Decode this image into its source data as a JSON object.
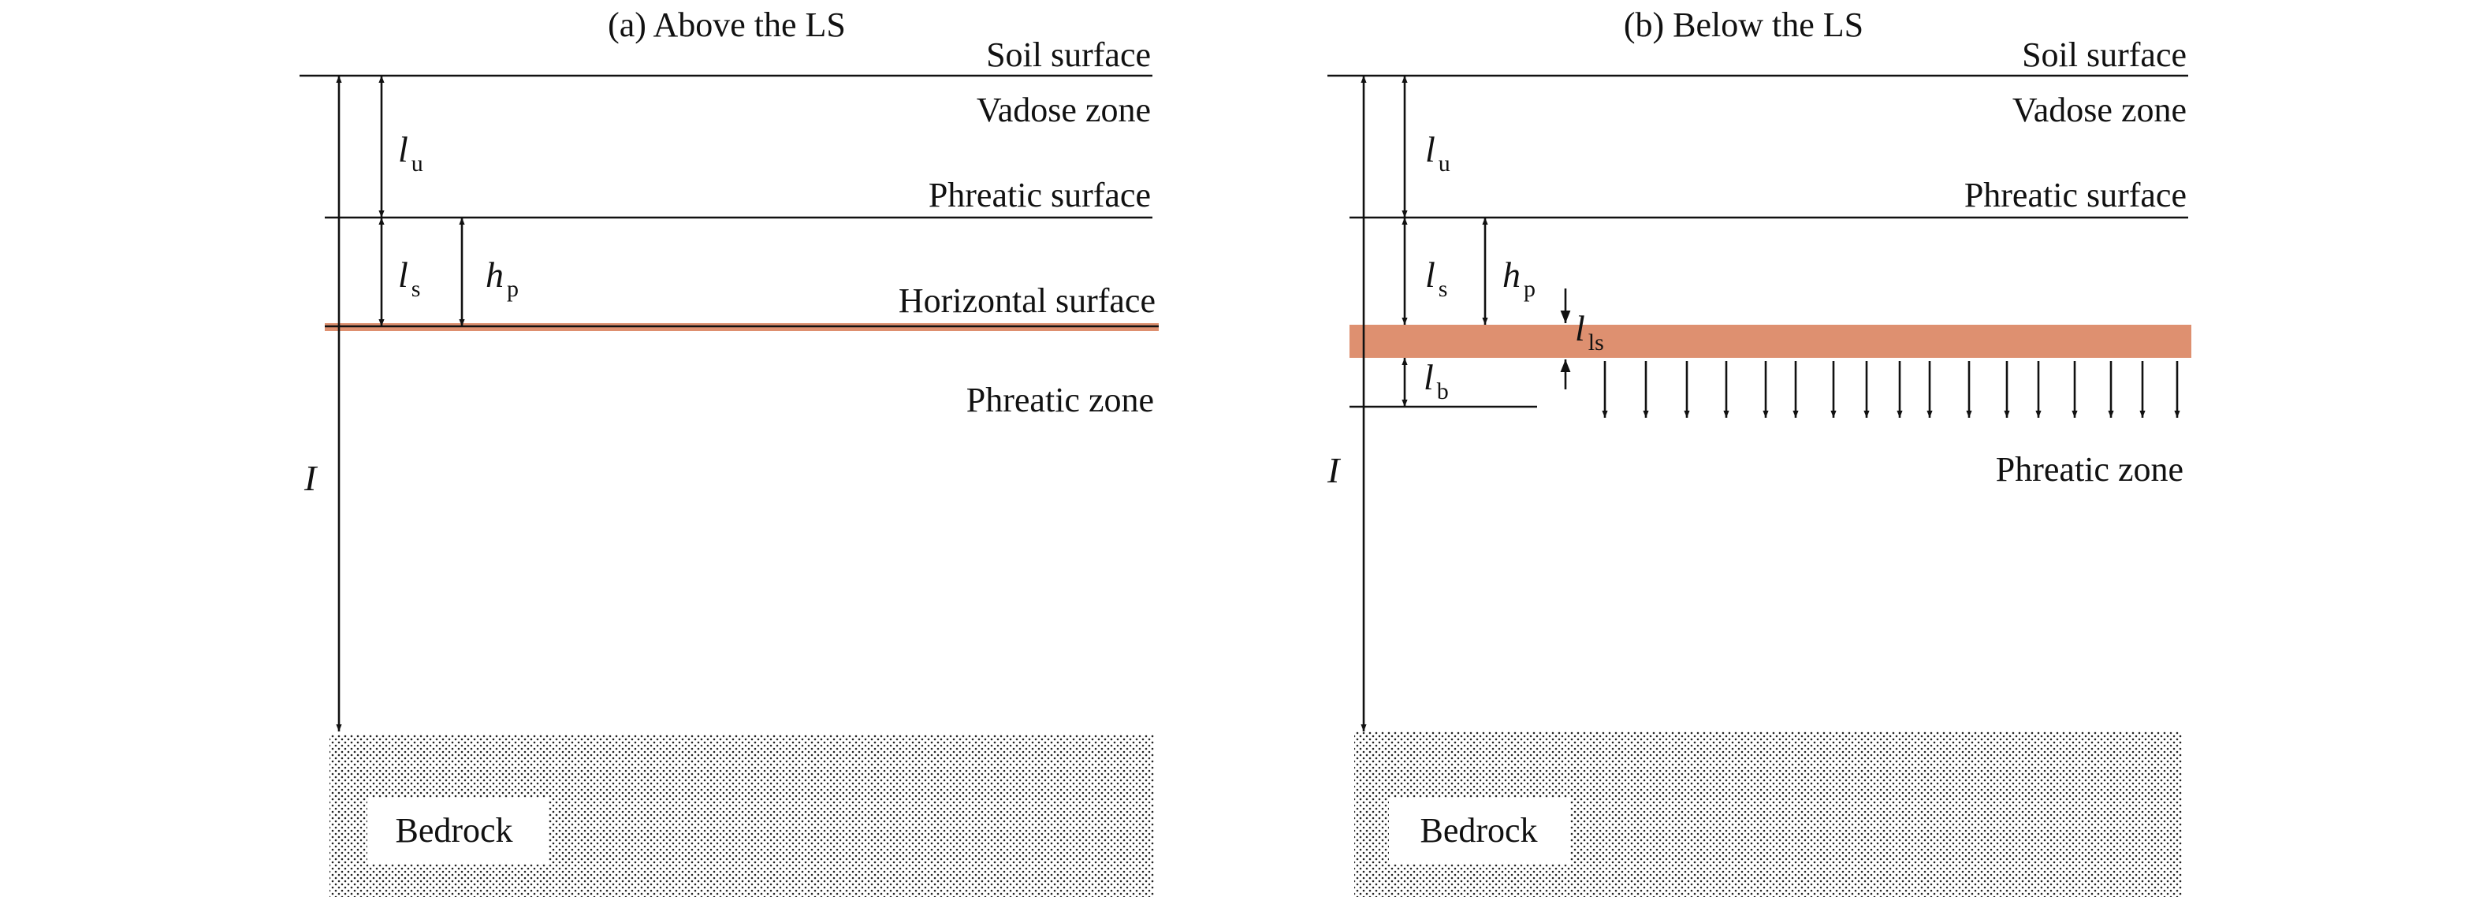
{
  "panels": [
    {
      "title": "(a) Above the LS",
      "labels": {
        "soil_surface": "Soil surface",
        "vadose_zone": "Vadose zone",
        "phreatic_surface": "Phreatic surface",
        "horizontal_surface": "Horizontal surface",
        "phreatic_zone": "Phreatic zone",
        "bedrock": "Bedrock"
      },
      "symbols": {
        "lu": {
          "base": "l",
          "sub": "u"
        },
        "ls": {
          "base": "l",
          "sub": "s"
        },
        "hp": {
          "base": "h",
          "sub": "p"
        },
        "I": {
          "base": "I"
        }
      }
    },
    {
      "title": "(b) Below the LS",
      "labels": {
        "soil_surface": "Soil surface",
        "vadose_zone": "Vadose zone",
        "phreatic_surface": "Phreatic surface",
        "phreatic_zone": "Phreatic zone",
        "bedrock": "Bedrock"
      },
      "symbols": {
        "lu": {
          "base": "l",
          "sub": "u"
        },
        "ls": {
          "base": "l",
          "sub": "s"
        },
        "hp": {
          "base": "h",
          "sub": "p"
        },
        "lls": {
          "base": "l",
          "sub": "ls"
        },
        "lb": {
          "base": "l",
          "sub": "b"
        },
        "I": {
          "base": "I"
        }
      }
    }
  ],
  "colors": {
    "layer": "#de9070",
    "line": "#111111",
    "bedrock_dots": "#222222"
  }
}
